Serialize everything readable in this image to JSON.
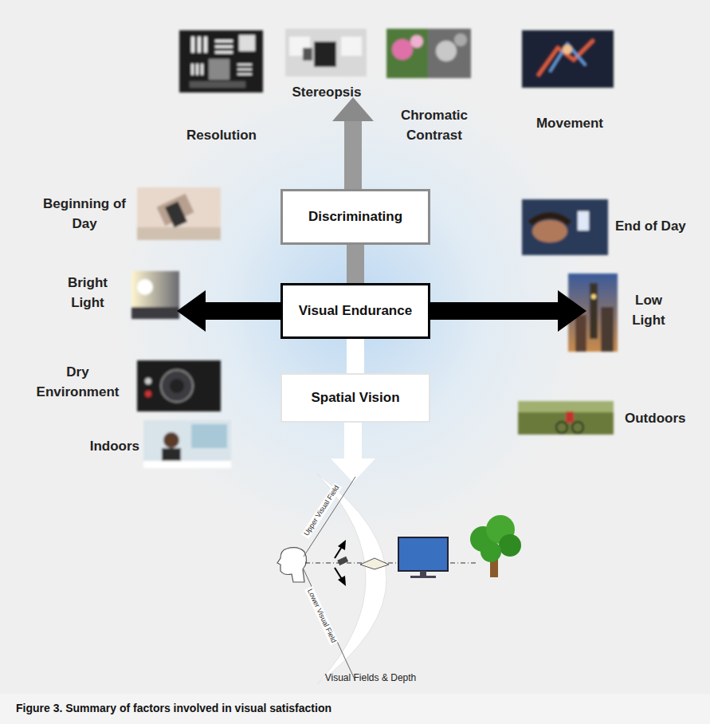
{
  "diagram": {
    "caption": "Figure 3. Summary of factors involved in visual satisfaction",
    "nodes": [
      {
        "text": [
          "Discriminating"
        ]
      },
      {
        "text": [
          "Visual Endurance"
        ]
      },
      {
        "text": [
          "Spatial Vision"
        ]
      }
    ],
    "edges": [
      {
        "from": 0,
        "to": 1,
        "arrow": "none"
      },
      {
        "from": 1,
        "to": 2,
        "arrow": "none"
      }
    ],
    "labels": [
      "Resolution",
      "Stereopsis",
      "Chromatic Contrast",
      "Movement",
      "Beginning of Day",
      "End of Day",
      "Bright Light",
      "Low Light",
      "Dry Environment",
      "Outdoors",
      "Indoors",
      "Upper Visual Field",
      "Lower Visual Field",
      "Visual Fields & Depth"
    ]
  }
}
